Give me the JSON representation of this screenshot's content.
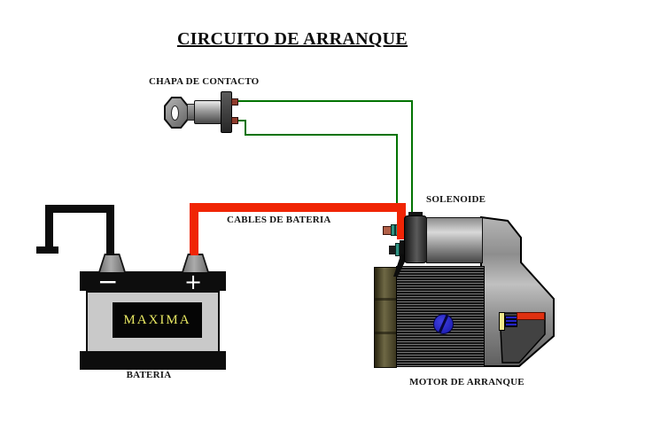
{
  "title": "CIRCUITO DE ARRANQUE",
  "labels": {
    "ignition_switch": "CHAPA DE CONTACTO",
    "solenoid": "SOLENOIDE",
    "battery_cables": "CABLES DE BATERIA",
    "battery": "BATERIA",
    "starter_motor": "MOTOR DE ARRANQUE"
  },
  "battery": {
    "brand": "MAXIMA",
    "negative_sign": "−",
    "positive_sign": "+"
  },
  "colors": {
    "positive_cable": "#f02505",
    "ground_cable": "#0d0d0d",
    "switch_wire": "#027302",
    "brand_text": "#e8e862",
    "solenoid_terminal": "#2e9383",
    "pinion_bar": "#e03010",
    "through_bolt": "#1515a8"
  }
}
